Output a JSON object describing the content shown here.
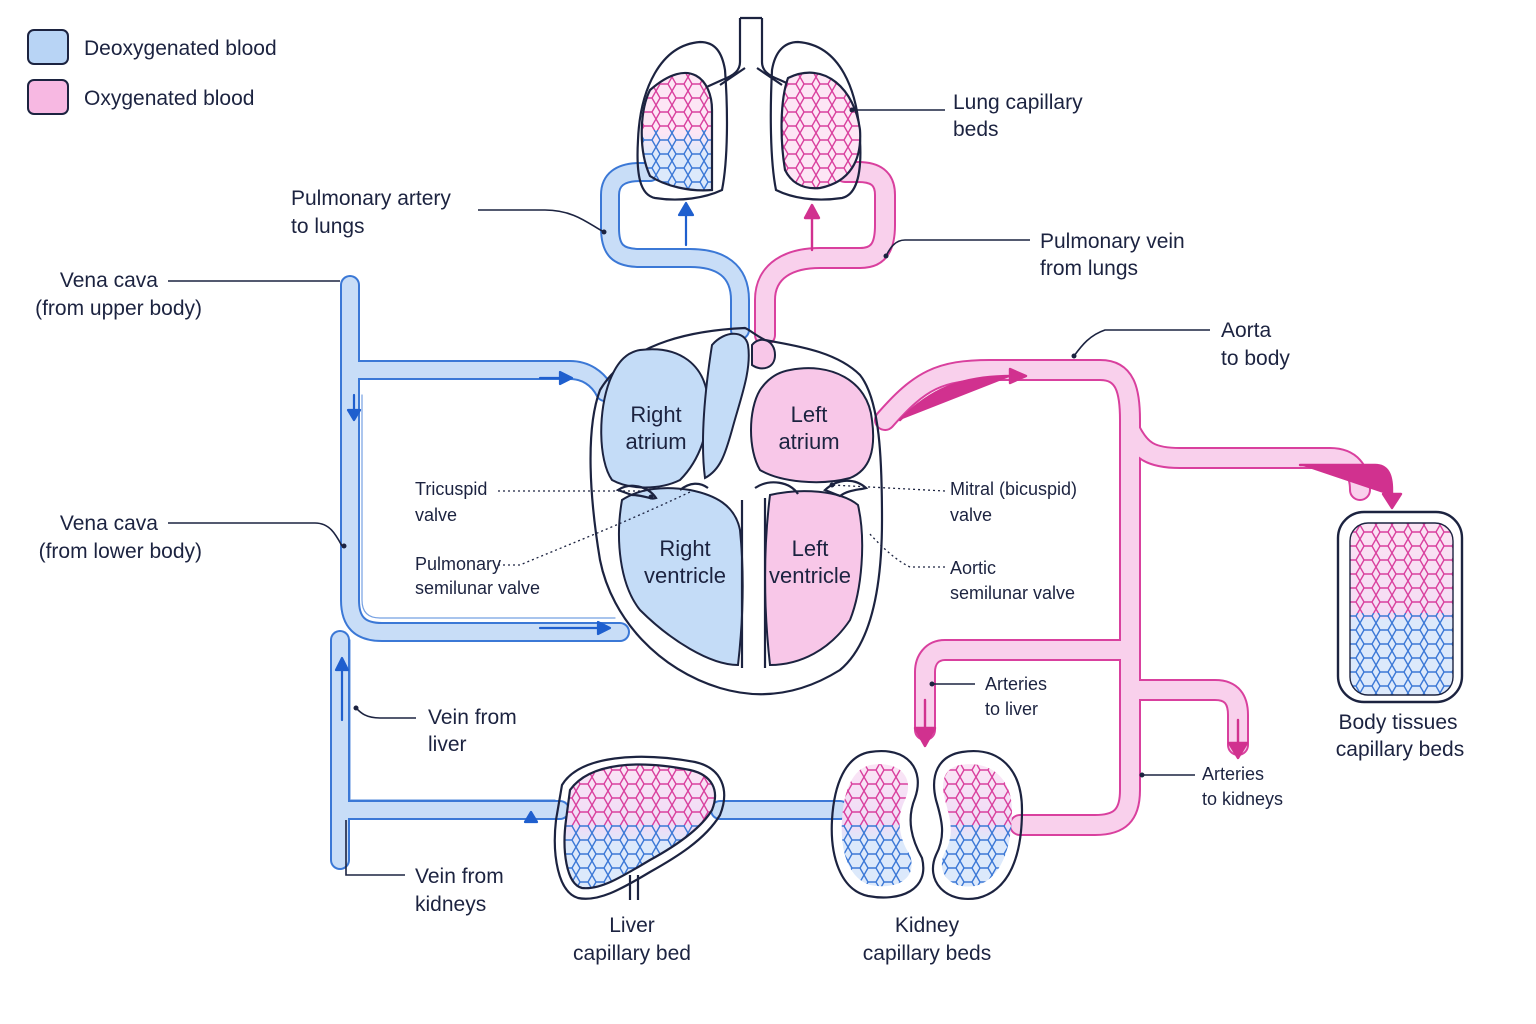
{
  "legend": {
    "deoxygenated": {
      "label": "Deoxygenated blood",
      "color": "#b8d4f5"
    },
    "oxygenated": {
      "label": "Oxygenated blood",
      "color": "#f7b8e2"
    }
  },
  "colors": {
    "blue_fill": "#c4dcf7",
    "blue_stroke": "#3b78d6",
    "pink_fill": "#f8c7e8",
    "pink_stroke": "#d9409e",
    "outline": "#1c2340"
  },
  "labels": {
    "lung_capillary": [
      "Lung capillary",
      "beds"
    ],
    "pulmonary_artery": [
      "Pulmonary artery",
      "to lungs"
    ],
    "pulmonary_vein": [
      "Pulmonary vein",
      "from lungs"
    ],
    "vena_cava_upper": [
      "Vena cava",
      "(from upper body)"
    ],
    "vena_cava_lower": [
      "Vena cava",
      "(from lower body)"
    ],
    "aorta": [
      "Aorta",
      "to body"
    ],
    "tricuspid": [
      "Tricuspid",
      "valve"
    ],
    "pulmonary_semilunar": [
      "Pulmonary",
      "semilunar valve"
    ],
    "mitral": [
      "Mitral (bicuspid)",
      "valve"
    ],
    "aortic_semilunar": [
      "Aortic",
      "semilunar valve"
    ],
    "vein_liver": [
      "Vein from",
      "liver"
    ],
    "vein_kidneys": [
      "Vein from",
      "kidneys"
    ],
    "arteries_liver": [
      "Arteries",
      "to liver"
    ],
    "arteries_kidneys": [
      "Arteries",
      "to kidneys"
    ],
    "body_tissues": [
      "Body tissues",
      "capillary beds"
    ],
    "liver_bed": [
      "Liver",
      "capillary bed"
    ],
    "kidney_beds": [
      "Kidney",
      "capillary beds"
    ]
  },
  "chambers": {
    "right_atrium": [
      "Right",
      "atrium"
    ],
    "right_ventricle": [
      "Right",
      "ventricle"
    ],
    "left_atrium": [
      "Left",
      "atrium"
    ],
    "left_ventricle": [
      "Left",
      "ventricle"
    ]
  }
}
